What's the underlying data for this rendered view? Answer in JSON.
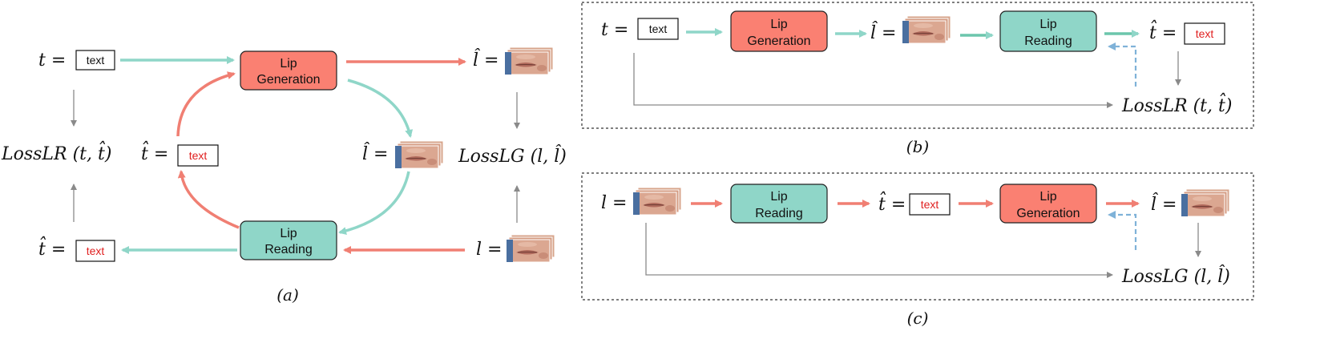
{
  "colors": {
    "generation": "#fa8072",
    "reading": "#8fd6c8",
    "teal_arrow": "#8fd6c8",
    "salmon_arrow": "#f07f73",
    "gray_arrow": "#8a8a8a",
    "dashed_blue": "#7fb2d8",
    "red_text": "#e02020"
  },
  "blocks": {
    "lip_generation": [
      "Lip",
      "Generation"
    ],
    "lip_reading": [
      "Lip",
      "Reading"
    ]
  },
  "labels": {
    "t_eq": "t =",
    "that_eq": "t̂ =",
    "l_eq": "l =",
    "lhat_eq": "l̂ =",
    "text_box": "text",
    "loss_lr": "LossLR (t, t̂)",
    "loss_lg": "LossLG (l, l̂)"
  },
  "captions": {
    "a": "(a)",
    "b": "(b)",
    "c": "(c)"
  },
  "icons": [
    "lip-image-icon"
  ]
}
